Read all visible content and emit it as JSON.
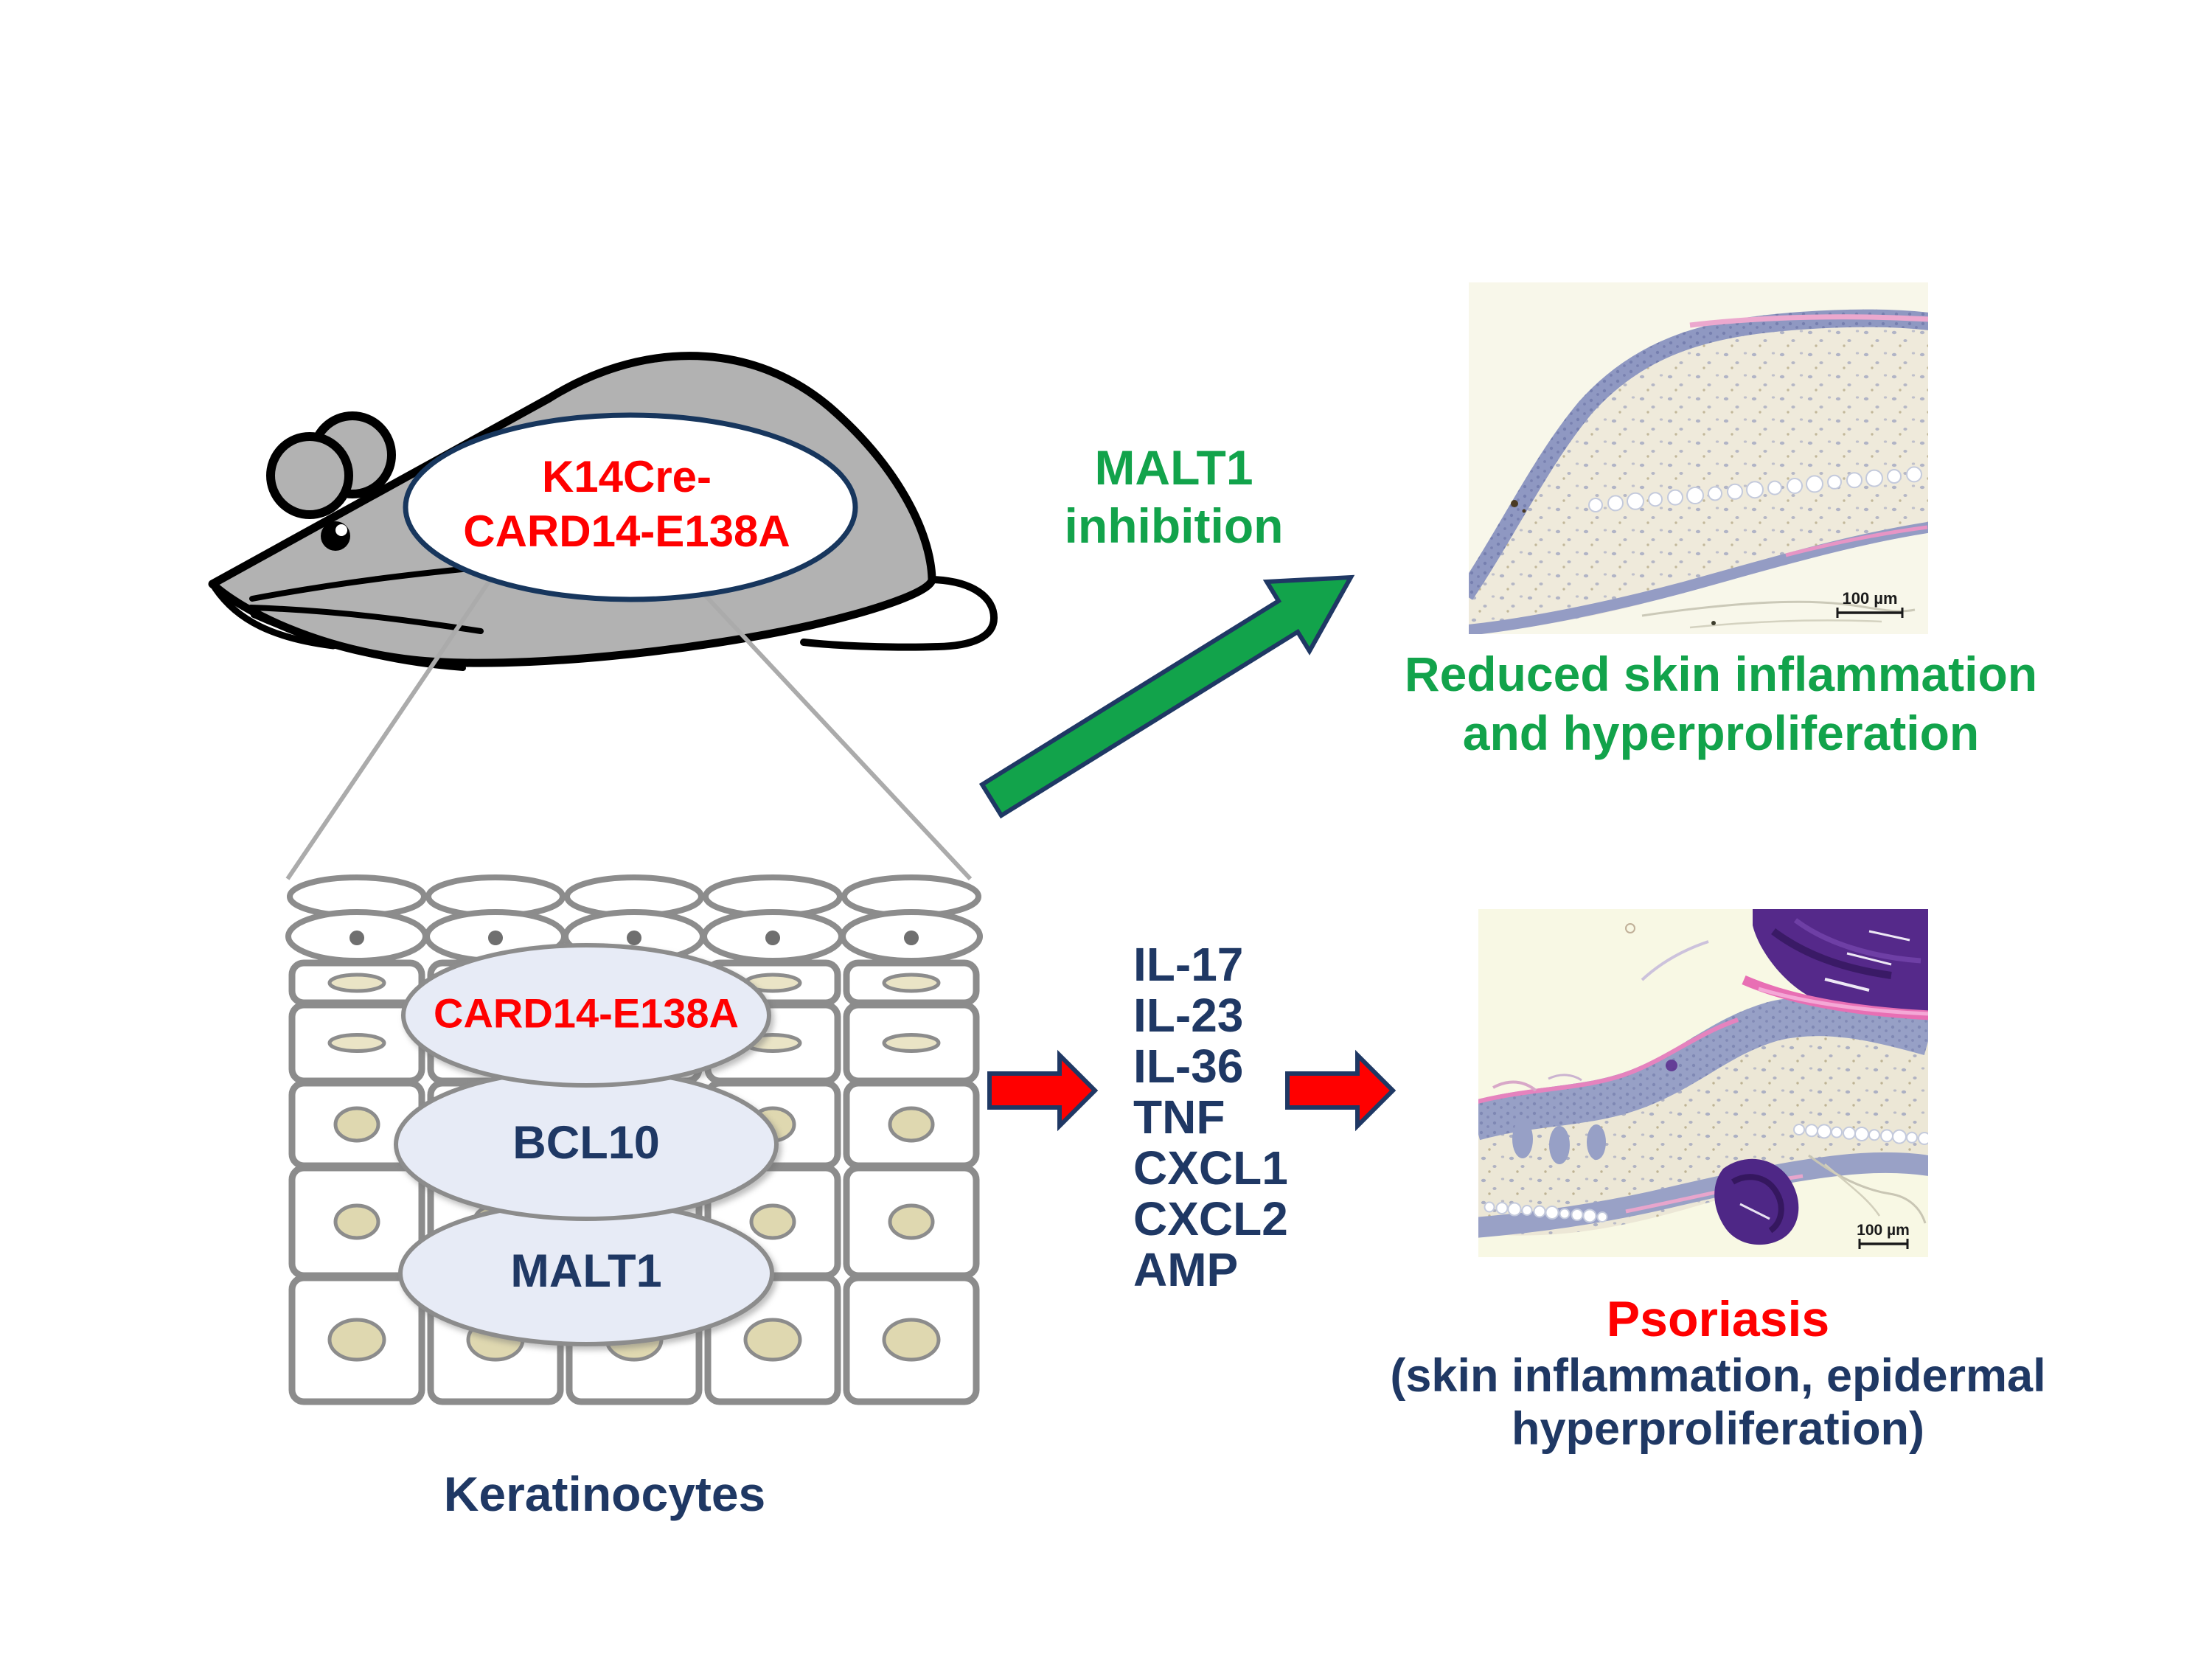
{
  "figure": "Keratinocyte CARD14-E138A psoriasis model with MALT1 inhibition outcome",
  "colors": {
    "red": "#FF0000",
    "navy": "#1F3864",
    "green": "#12A34B",
    "mouse_gray": "#B2B2B2",
    "cell_stroke": "#8C8C8C",
    "complex_ellipse_fill": "#E7EBF6",
    "nucleus_tan": "#DFD8B0",
    "histology_background": "#F8F7E8"
  },
  "mouse": {
    "label": [
      "K14Cre-",
      "CARD14-E138A"
    ]
  },
  "keratinocytes": {
    "complex": [
      "CARD14-E138A",
      "BCL10",
      "MALT1"
    ],
    "caption": "Keratinocytes"
  },
  "green_pathway": {
    "label": [
      "MALT1",
      "inhibition"
    ],
    "outcome": [
      "Reduced skin inflammation",
      "and hyperproliferation"
    ]
  },
  "red_pathway": {
    "cytokines": [
      "IL-17",
      "IL-23",
      "IL-36",
      "TNF",
      "CXCL1",
      "CXCL2",
      "AMP"
    ],
    "outcome_title": "Psoriasis",
    "outcome_detail": [
      "(skin inflammation, epidermal",
      "hyperproliferation)"
    ]
  },
  "histology": {
    "top_scale": "100 µm",
    "bottom_scale": "100 µm"
  }
}
